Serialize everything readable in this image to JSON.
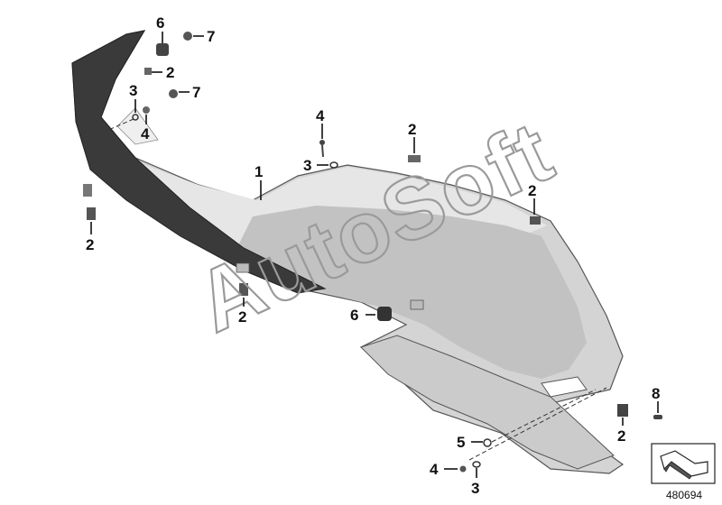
{
  "watermark": "AutoSoft",
  "diagram_number": "480694",
  "callouts": [
    {
      "id": "c6a",
      "label": "6"
    },
    {
      "id": "c7a",
      "label": "7"
    },
    {
      "id": "c2a",
      "label": "2"
    },
    {
      "id": "c3a",
      "label": "3"
    },
    {
      "id": "c7b",
      "label": "7"
    },
    {
      "id": "c4a",
      "label": "4"
    },
    {
      "id": "c4b",
      "label": "4"
    },
    {
      "id": "c3b",
      "label": "3"
    },
    {
      "id": "c2b",
      "label": "2"
    },
    {
      "id": "c1",
      "label": "1"
    },
    {
      "id": "c2c",
      "label": "2"
    },
    {
      "id": "c2d",
      "label": "2"
    },
    {
      "id": "c2e",
      "label": "2"
    },
    {
      "id": "c6b",
      "label": "6"
    },
    {
      "id": "c8",
      "label": "8"
    },
    {
      "id": "c2f",
      "label": "2"
    },
    {
      "id": "c5",
      "label": "5"
    },
    {
      "id": "c4c",
      "label": "4"
    },
    {
      "id": "c3c",
      "label": "3"
    }
  ]
}
